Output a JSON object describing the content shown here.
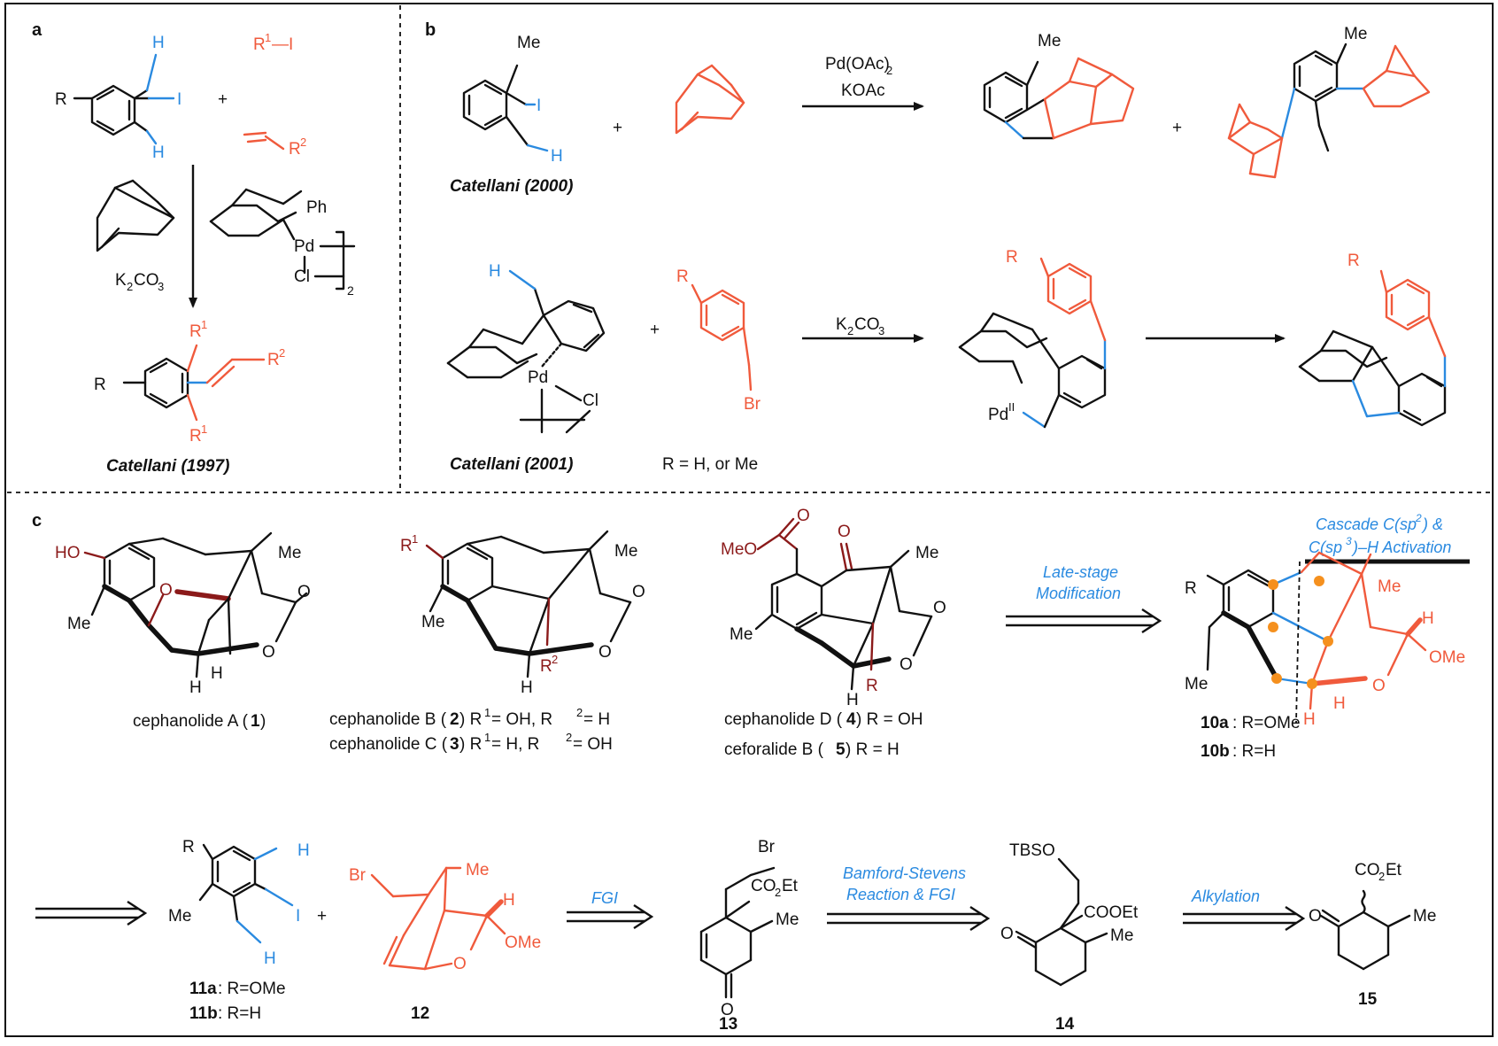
{
  "panels": {
    "a": "a",
    "b": "b",
    "c": "c"
  },
  "atoms": {
    "H": "H",
    "I": "I",
    "R": "R",
    "Me": "Me",
    "Ph": "Ph",
    "Pd": "Pd",
    "Cl": "Cl",
    "Br": "Br",
    "O": "O",
    "HO": "HO",
    "MeO": "MeO",
    "OMe": "OMe",
    "TBSO": "TBSO",
    "COOEt": "COOEt",
    "plus": "+",
    "pd2": "Pd",
    "pd2sup": "II"
  },
  "panel_a": {
    "r1i_r": "R",
    "r1i_sup": "1",
    "r1i_i": "—I",
    "r2": "R",
    "r2_sup": "2",
    "k2co3_pre": "K",
    "k2co3_sub": "2",
    "k2co3_post": "CO",
    "k2co3_sub2": "3",
    "dimer_sub": "2",
    "r1": "R",
    "r1_sup": "1",
    "caption": "Catellani (1997)"
  },
  "panel_b": {
    "reagent1_pre": "Pd(OAc)",
    "reagent1_sub": "2",
    "reagent2": "KOAc",
    "caption1": "Catellani (2000)",
    "k2co3": "K",
    "k2co3_sub": "2",
    "k2co3_post": "CO",
    "k2co3_sub2": "3",
    "caption2": "Catellani (2001)",
    "r_note": "R = H, or Me"
  },
  "panel_c": {
    "cpd1_name": "cephanolide A (",
    "cpd1_num": "1",
    "cpd1_close": ")",
    "cpd2_name": "cephanolide B (",
    "cpd2_num": "2",
    "cpd2_rest1": ") R",
    "cpd2_sup1": "1",
    "cpd2_rest2": " = OH, R",
    "cpd2_sup2": "2",
    "cpd2_rest3": " = H",
    "cpd3_name": "cephanolide C (",
    "cpd3_num": "3",
    "cpd3_rest1": ") R",
    "cpd3_sup1": "1",
    "cpd3_rest2": " = H, R",
    "cpd3_sup2": "2",
    "cpd3_rest3": " = OH",
    "cpd4_name": "cephanolide D (",
    "cpd4_num": "4",
    "cpd4_rest": ") R = OH",
    "cpd5_name": "ceforalide B (",
    "cpd5_num": "5",
    "cpd5_rest": ") R = H",
    "r1_lbl": "R",
    "r1_sup": "1",
    "r2_lbl": "R",
    "r2_sup": "2",
    "late_stage_1": "Late-stage",
    "late_stage_2": "Modification",
    "cascade_1": "Cascade C(sp",
    "cascade_sup1": "2",
    "cascade_1b": ") &",
    "cascade_2": "C(sp",
    "cascade_sup2": "3",
    "cascade_2b": ")–H Activation",
    "cpd10a_num": "10a",
    "cpd10a_rest": ": R=OMe",
    "cpd10b_num": "10b",
    "cpd10b_rest": ": R=H",
    "cpd11a_num": "11a",
    "cpd11a_rest": ": R=OMe",
    "cpd11b_num": "11b",
    "cpd11b_rest": ": R=H",
    "cpd12_num": "12",
    "fgi": "FGI",
    "co2et_1": "CO",
    "co2et_sub": "2",
    "co2et_2": "Et",
    "cpd13_num": "13",
    "bamford_1": "Bamford-Stevens",
    "bamford_2": "Reaction & FGI",
    "cpd14_num": "14",
    "alkylation": "Alkylation",
    "cpd15_num": "15"
  },
  "colors": {
    "black": "#111111",
    "red": "#f05a3c",
    "blue": "#2a8ae0",
    "maroon": "#8b1a1a",
    "orange": "#f5901e"
  }
}
